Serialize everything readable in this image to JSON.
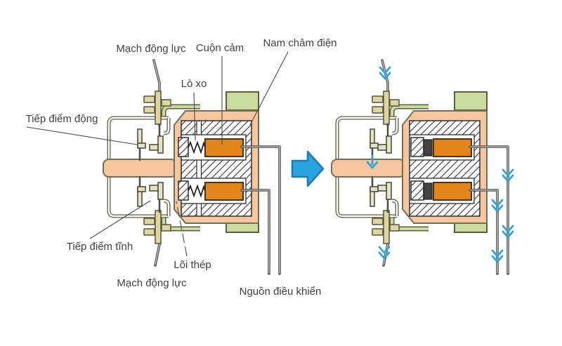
{
  "labels": {
    "power_circuit_top": "Mạch động lực",
    "coil": "Cuộn cảm",
    "electromagnet": "Nam châm điện",
    "spring": "Lò xo",
    "moving_contact": "Tiếp điểm động",
    "static_contact": "Tiếp điểm tĩnh",
    "iron_core": "Lõi thép",
    "power_circuit_bottom": "Mạch động lực",
    "control_source": "Nguồn điều khiển"
  },
  "colors": {
    "frame_green": "#c9dc9d",
    "body_salmon": "#f6c69f",
    "coil_orange": "#e2861c",
    "hardware_tan": "#ded5a0",
    "arrow_blue": "#2aa5df",
    "outline_olive": "#5c5c40",
    "wire_gray": "#4f4f4f",
    "label_text": "#3f3f3f"
  }
}
